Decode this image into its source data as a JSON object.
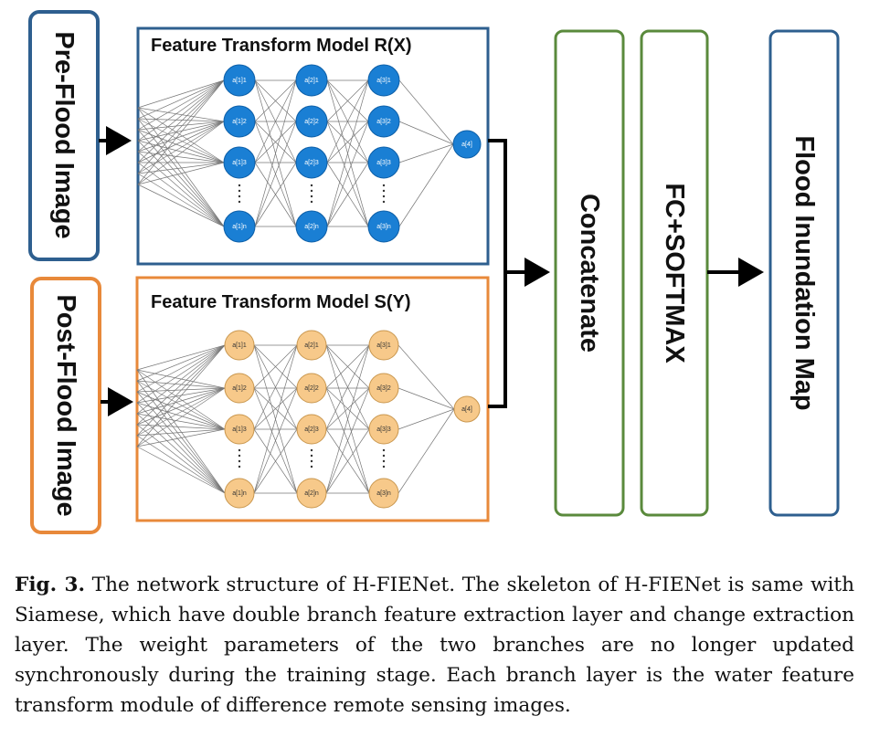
{
  "inputs": {
    "pre": "Pre-Flood Image",
    "post": "Post-Flood Image"
  },
  "models": {
    "r": {
      "title": "Feature Transform Model R(X)",
      "layer1": [
        "a[1]1",
        "a[1]2",
        "a[1]3",
        "a[1]n"
      ],
      "layer2": [
        "a[2]1",
        "a[2]2",
        "a[2]3",
        "a[2]n"
      ],
      "layer3": [
        "a[3]1",
        "a[3]2",
        "a[3]3",
        "a[3]n"
      ],
      "output": "a[4]"
    },
    "s": {
      "title": "Feature Transform Model S(Y)",
      "layer1": [
        "a[1]1",
        "a[1]2",
        "a[1]3",
        "a[1]n"
      ],
      "layer2": [
        "a[2]1",
        "a[2]2",
        "a[2]3",
        "a[2]n"
      ],
      "layer3": [
        "a[3]1",
        "a[3]2",
        "a[3]3",
        "a[3]n"
      ],
      "output": "a[4]"
    }
  },
  "blocks": {
    "concat": "Concatenate",
    "fc": "FC+SOFTMAX",
    "out": "Flood Inundation Map"
  },
  "caption": {
    "label": "Fig. 3.",
    "text": " The network structure of H-FIENet. The skeleton of H-FIENet is same with Siamese, which have double branch feature extraction layer and change extraction layer. The weight parameters of the two branches are no longer updated synchronously during the training stage. Each branch layer is the water feature transform module of difference remote sensing images."
  },
  "colors": {
    "blue_border": "#2e5f8f",
    "orange_border": "#e8893a",
    "green_border": "#5a8a3c",
    "blue_node": "#1a7fd4",
    "orange_node": "#f7c98a"
  }
}
